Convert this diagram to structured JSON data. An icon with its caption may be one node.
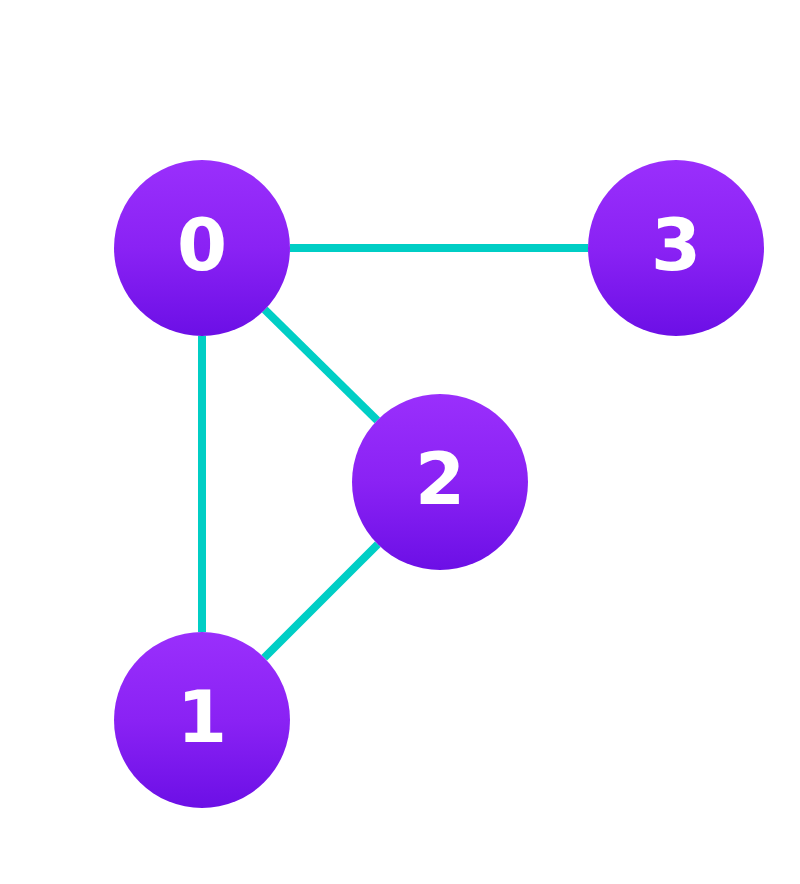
{
  "diagram": {
    "nodes": [
      {
        "text": [
          "0"
        ]
      },
      {
        "text": [
          "1"
        ]
      },
      {
        "text": [
          "2"
        ]
      },
      {
        "text": [
          "3"
        ]
      }
    ],
    "edges": [
      {
        "from": 0,
        "to": 3,
        "arrow": "none"
      },
      {
        "from": 0,
        "to": 2,
        "arrow": "none"
      },
      {
        "from": 0,
        "to": 1,
        "arrow": "none"
      },
      {
        "from": 1,
        "to": 2,
        "arrow": "none"
      }
    ]
  }
}
